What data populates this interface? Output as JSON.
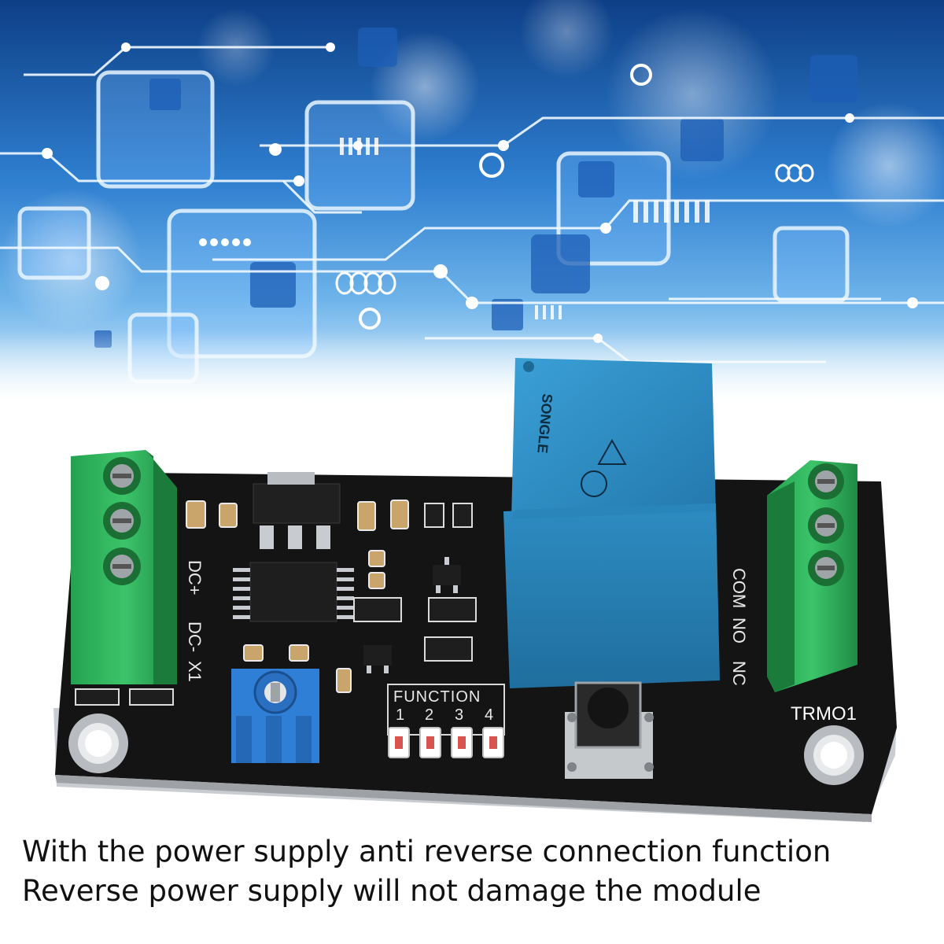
{
  "banner": {
    "background": "circuit-board-blue-bokeh"
  },
  "board": {
    "label": "TRMO1",
    "function_header": "FUNCTION",
    "function_numbers": [
      "1",
      "2",
      "3",
      "4"
    ],
    "input_terminal_labels": [
      "DC+",
      "DC-",
      "X1"
    ],
    "output_terminal_labels": [
      "COM",
      "NO",
      "NC"
    ],
    "relay_brand": "SONGLE",
    "colors": {
      "pcb": "#111111",
      "terminal": "#2fb35a",
      "relay": "#2c8ec0",
      "potentiometer": "#2f7fd6"
    }
  },
  "caption": {
    "line1": "With the power supply anti reverse connection function",
    "line2": "Reverse power supply will not damage the module"
  }
}
